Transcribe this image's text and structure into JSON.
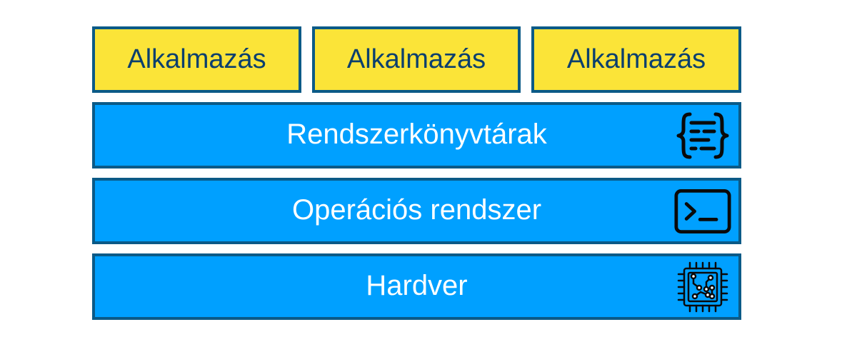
{
  "applications": [
    {
      "label": "Alkalmazás"
    },
    {
      "label": "Alkalmazás"
    },
    {
      "label": "Alkalmazás"
    }
  ],
  "layers": [
    {
      "label": "Rendszerkönyvtárak",
      "icon": "library-code-icon"
    },
    {
      "label": "Operációs rendszer",
      "icon": "terminal-icon"
    },
    {
      "label": "Hardver",
      "icon": "cpu-chip-icon"
    }
  ],
  "colors": {
    "application_fill": "#fbe438",
    "layer_fill": "#00a0ff",
    "border": "#0b5a87",
    "application_text": "#0b3f6e",
    "layer_text": "#ffffff"
  }
}
